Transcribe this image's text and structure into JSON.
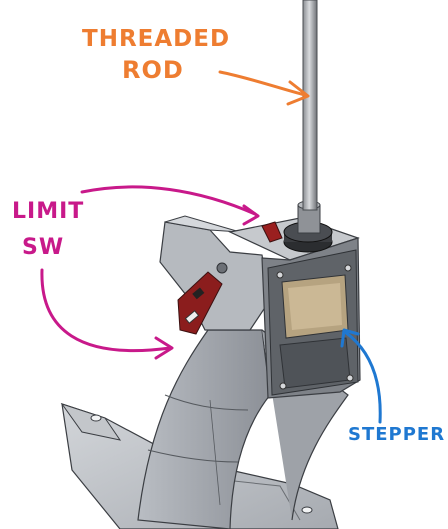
{
  "annotations": [
    {
      "id": "threaded-rod",
      "lines": [
        "THREADED",
        "ROD"
      ],
      "color": "#ee7d31"
    },
    {
      "id": "limit-sw",
      "lines": [
        "LIMIT",
        "SW"
      ],
      "color": "#c8198a"
    },
    {
      "id": "stepper",
      "lines": [
        "STEPPER"
      ],
      "color": "#1f78d1"
    }
  ]
}
